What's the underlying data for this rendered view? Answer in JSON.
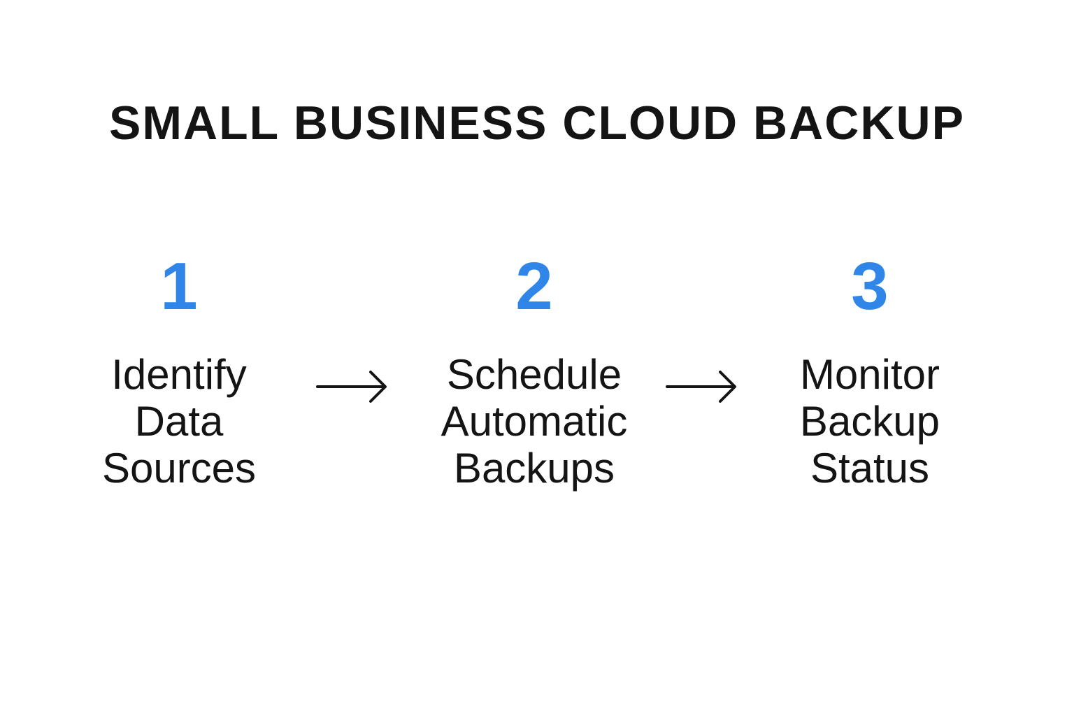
{
  "title": "SMALL BUSINESS CLOUD BACKUP",
  "accent_color": "#2f86e8",
  "steps": [
    {
      "number": "1",
      "lines": [
        "Identify",
        "Data",
        "Sources"
      ]
    },
    {
      "number": "2",
      "lines": [
        "Schedule",
        "Automatic",
        "Backups"
      ]
    },
    {
      "number": "3",
      "lines": [
        "Monitor",
        "Backup",
        "Status"
      ]
    }
  ],
  "connectors": [
    {
      "icon": "right-arrow-icon"
    },
    {
      "icon": "right-arrow-icon"
    }
  ]
}
